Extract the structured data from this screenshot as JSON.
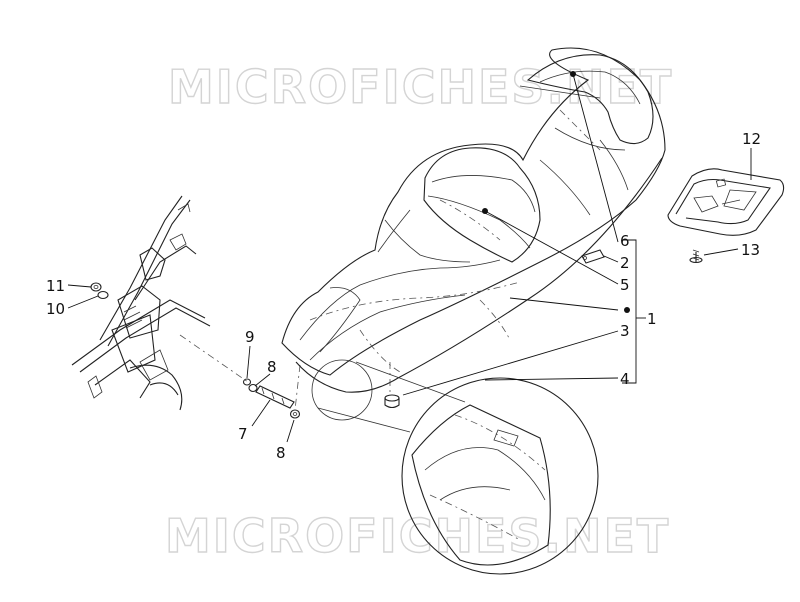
{
  "watermark": {
    "text": "MICROFICHES.NET"
  },
  "callouts": {
    "c1": "1",
    "c2": "2",
    "c3": "3",
    "c4": "4",
    "c5": "5",
    "c6": "6",
    "c7": "7",
    "c8a": "8",
    "c8b": "8",
    "c9": "9",
    "c10": "10",
    "c11": "11",
    "c12": "12",
    "c13": "13"
  }
}
